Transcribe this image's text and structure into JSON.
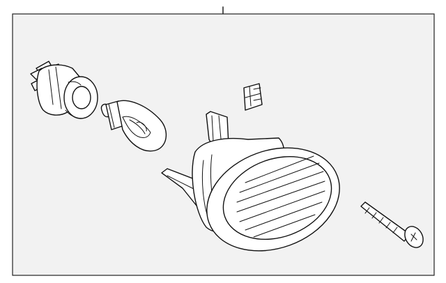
{
  "diagram": {
    "callout_label": "",
    "panel_background": "#f2f2f2",
    "line_color": "#111111",
    "parts": [
      {
        "id": "bulb-socket",
        "name": "bulb-socket"
      },
      {
        "id": "bulb",
        "name": "bulb"
      },
      {
        "id": "clip",
        "name": "clip"
      },
      {
        "id": "fog-lamp-assembly",
        "name": "fog-lamp-assembly"
      },
      {
        "id": "screw",
        "name": "screw"
      }
    ]
  }
}
